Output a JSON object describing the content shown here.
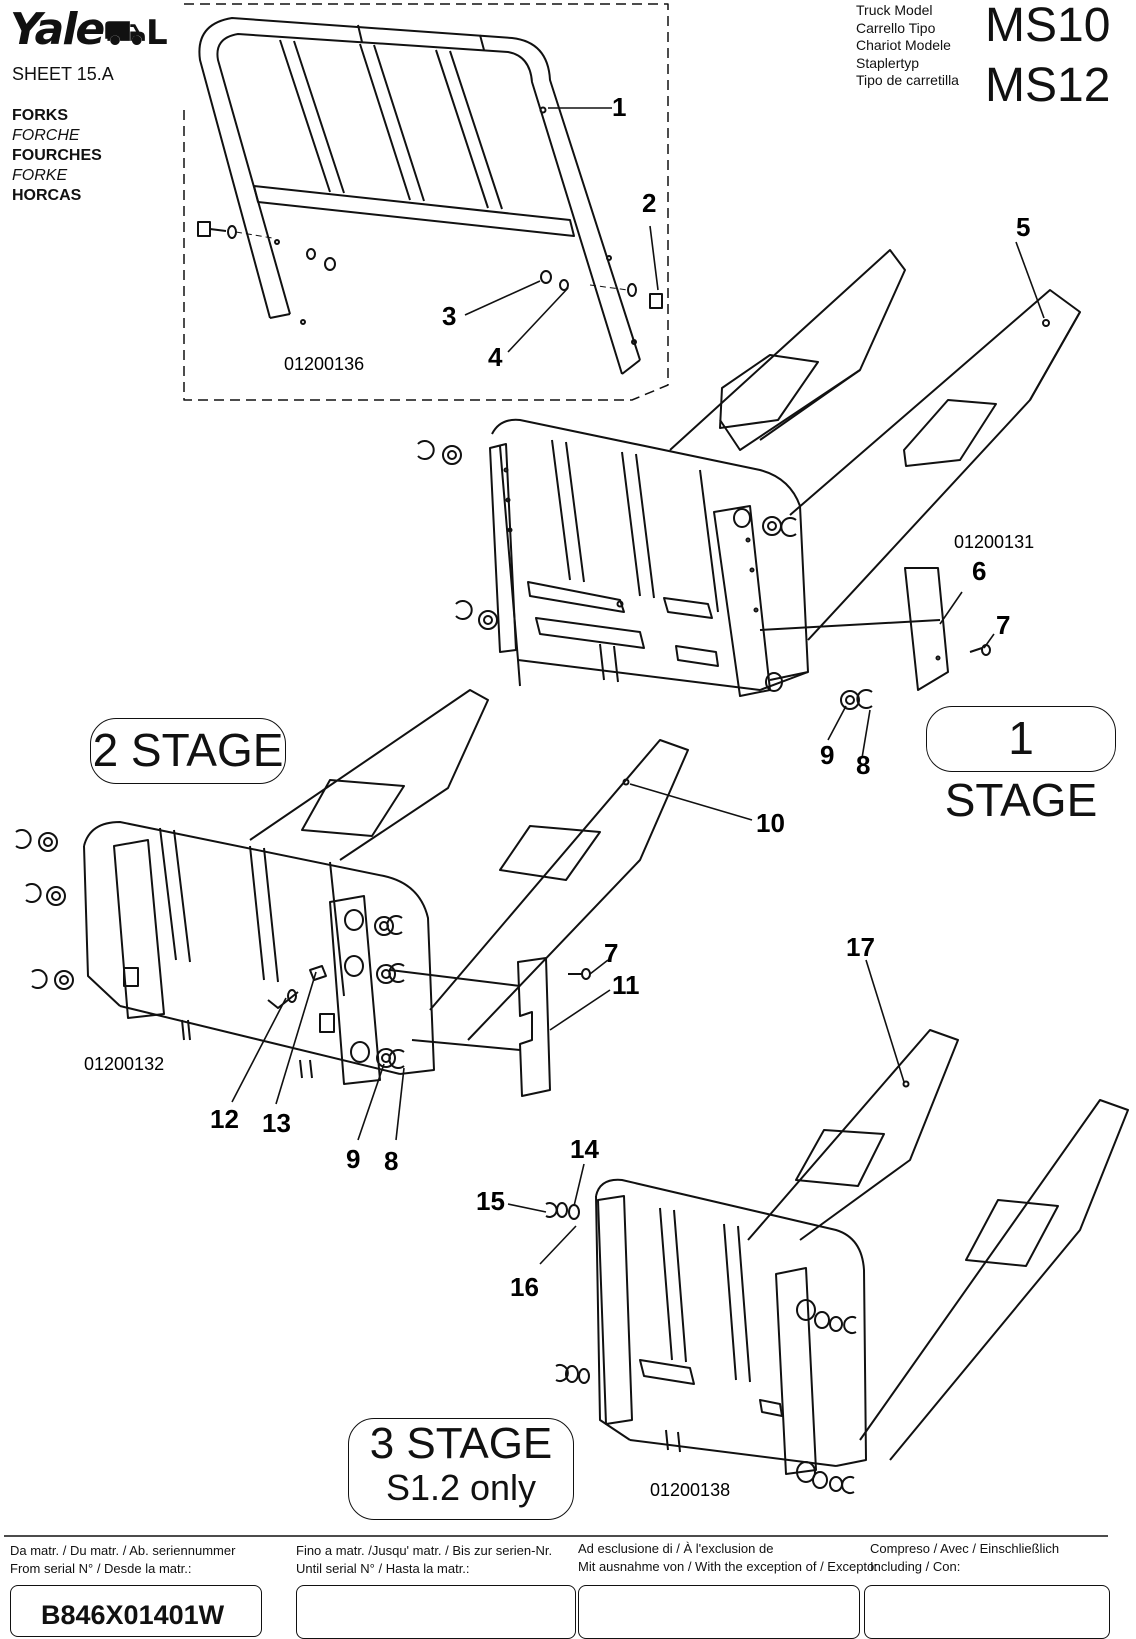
{
  "header": {
    "brand": "Yale",
    "sheet": "SHEET 15.A",
    "titles": [
      "FORKS",
      "FORCHE",
      "FOURCHES",
      "FORKE",
      "HORCAS"
    ],
    "truck_model_labels": [
      "Truck Model",
      "Carrello Tipo",
      "Chariot Modele",
      "Staplertyp",
      "Tipo de carretilla"
    ],
    "models": [
      "MS10",
      "MS12"
    ]
  },
  "stages": {
    "one": "1 STAGE",
    "two": "2 STAGE",
    "three": "3 STAGE",
    "three_note": "S1.2 only"
  },
  "drawing_codes": [
    "01200136",
    "01200131",
    "01200132",
    "01200138"
  ],
  "callouts": [
    "1",
    "2",
    "3",
    "4",
    "5",
    "6",
    "7",
    "9",
    "8",
    "10",
    "7",
    "11",
    "12",
    "13",
    "9",
    "8",
    "17",
    "14",
    "15",
    "16"
  ],
  "footer": {
    "col1": [
      "Da matr. / Du matr. / Ab. seriennummer",
      "From serial N° / Desde la matr.:"
    ],
    "col2": [
      "Fino a matr. /Jusqu' matr. / Bis zur serien-Nr.",
      "Until serial N° / Hasta la matr.:"
    ],
    "col3": [
      "Ad esclusione di / À l'exclusion de",
      "Mit ausnahme von / With the exception of / Excepto:"
    ],
    "col4": [
      "Compreso / Avec / Einschließlich",
      "Including / Con:"
    ],
    "serial_from": "B846X01401W",
    "serial_until": "",
    "exception": "",
    "including": ""
  }
}
